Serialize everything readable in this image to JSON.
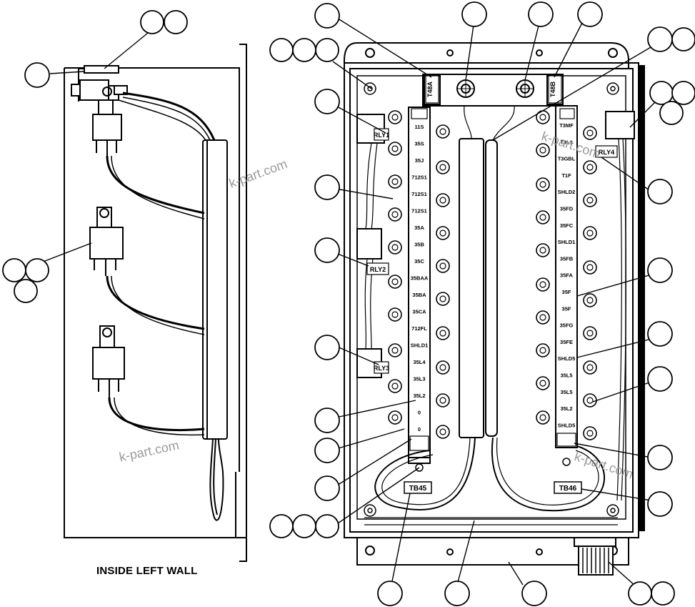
{
  "caption": "INSIDE LEFT WALL",
  "watermark": "k-part.com",
  "tags": {
    "t48a": "T48A",
    "t48b": "T48B",
    "tb45": "TB45",
    "tb46": "TB46",
    "rly1": "RLY1",
    "rly2": "RLY2",
    "rly3": "RLY3",
    "rly4": "RLY4"
  },
  "left_strip_labels": [
    "11S",
    "35S",
    "35J",
    "712S1",
    "712S1",
    "712S1",
    "35A",
    "35B",
    "35C",
    "35BAA",
    "35BA",
    "35CA",
    "712FL",
    "SHLD1",
    "35L4",
    "35L3",
    "35L2",
    "0",
    "0"
  ],
  "right_strip_labels": [
    "T3MF",
    "T3L1",
    "T3GBL",
    "T1F",
    "SHLD2",
    "35FD",
    "35FC",
    "SHLD1",
    "35FB",
    "35FA",
    "35F",
    "35F",
    "35FG",
    "35FE",
    "SHLD5",
    "35L5",
    "35L5",
    "35L2",
    "SHLD5"
  ]
}
